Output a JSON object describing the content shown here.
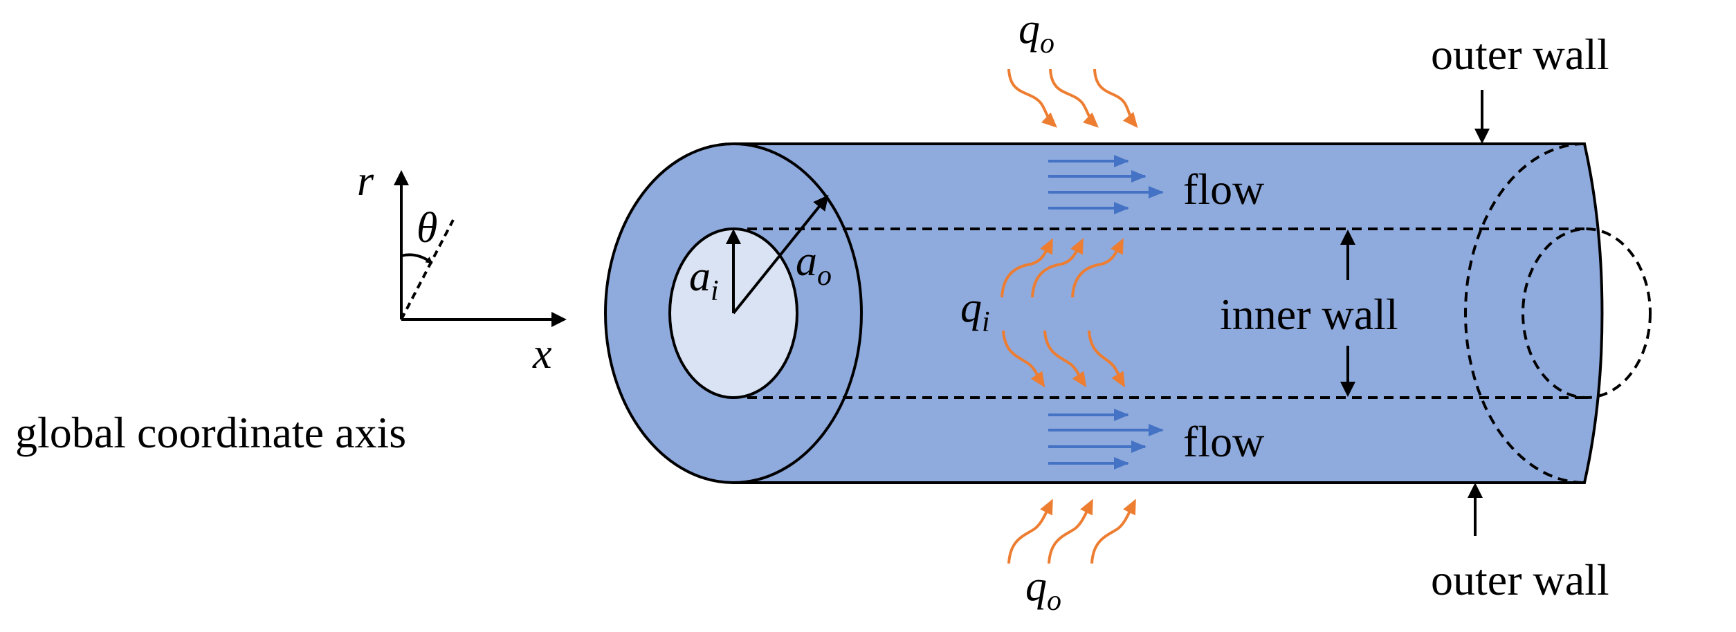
{
  "coordinate_axis": {
    "caption": "global coordinate axis",
    "r_label": "r",
    "x_label": "x",
    "theta_label": "θ"
  },
  "pipe": {
    "inner_radius": {
      "symbol": "a",
      "subscript": "i"
    },
    "outer_radius": {
      "symbol": "a",
      "subscript": "o"
    },
    "flow_top_label": "flow",
    "flow_bottom_label": "flow",
    "inner_wall_label": "inner wall",
    "outer_wall_top_label": "outer wall",
    "outer_wall_bottom_label": "outer wall"
  },
  "heat_flux": {
    "outer_top": {
      "symbol": "q",
      "subscript": "o"
    },
    "outer_bottom": {
      "symbol": "q",
      "subscript": "o"
    },
    "inner": {
      "symbol": "q",
      "subscript": "i"
    }
  },
  "colors": {
    "pipe_fill": "#8FAADC",
    "inner_face_fill": "#DAE3F3",
    "flow_arrow": "#4472C4",
    "heat_arrow": "#ED7D31",
    "stroke": "#000000"
  }
}
